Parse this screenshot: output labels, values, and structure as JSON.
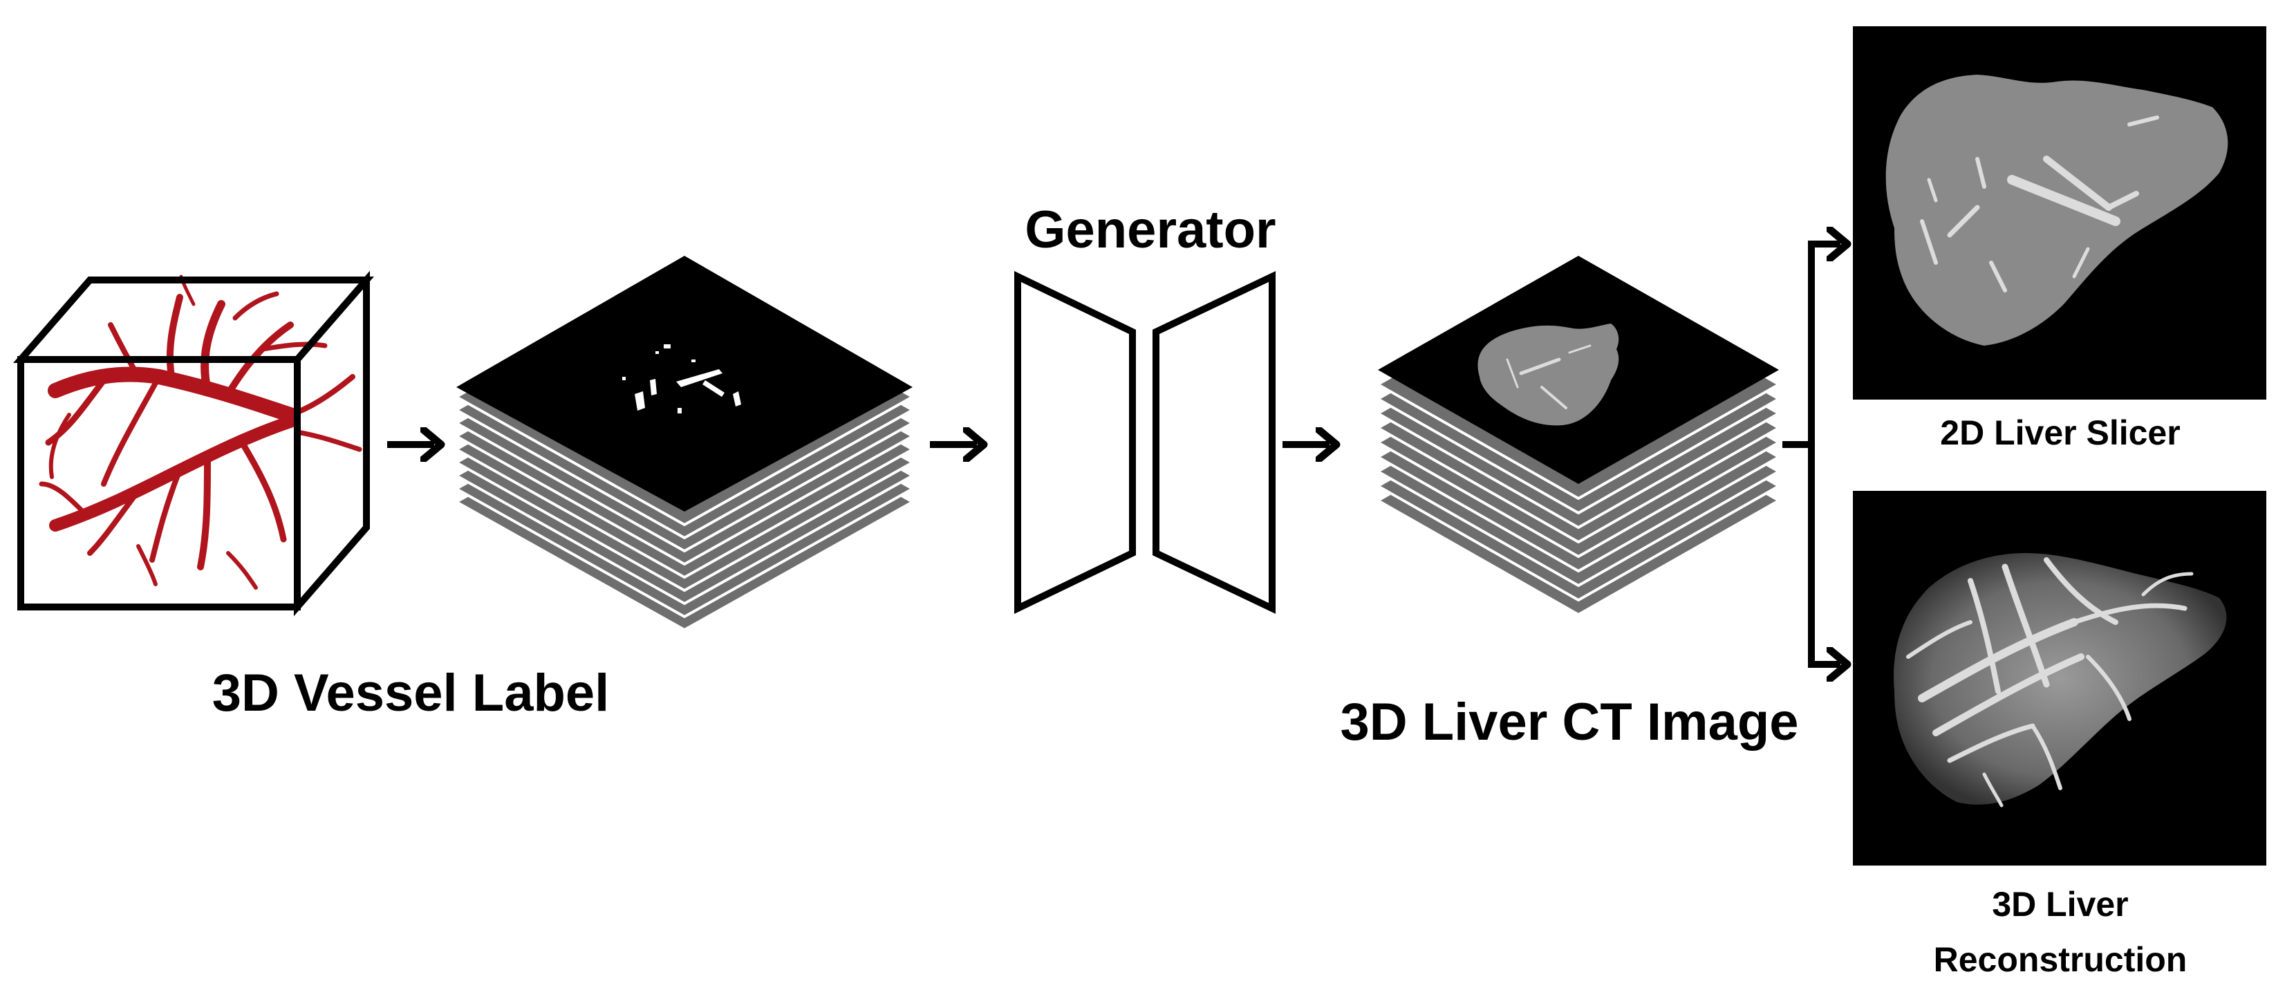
{
  "labels": {
    "vessel_label": "3D Vessel Label",
    "generator": "Generator",
    "ct_image": "3D Liver CT Image",
    "slicer": "2D Liver Slicer",
    "recon_line1": "3D Liver",
    "recon_line2": "Reconstruction"
  },
  "colors": {
    "vessel": "#b0141c",
    "slice_top": "#000000",
    "slice_stack": "#6e6e6e",
    "liver_tissue": "#8a8a8a",
    "liver_vessel": "#dcdcdc",
    "panel_bg": "#000000",
    "line": "#000000"
  },
  "icons": {
    "vessel_cube": "vessel-tree-cube",
    "label_stack": "binary-mask-slice-stack",
    "generator": "encoder-decoder-trapezoids",
    "ct_stack": "ct-slice-stack",
    "slicer_panel": "liver-slice-image",
    "recon_panel": "liver-volume-rendering"
  }
}
